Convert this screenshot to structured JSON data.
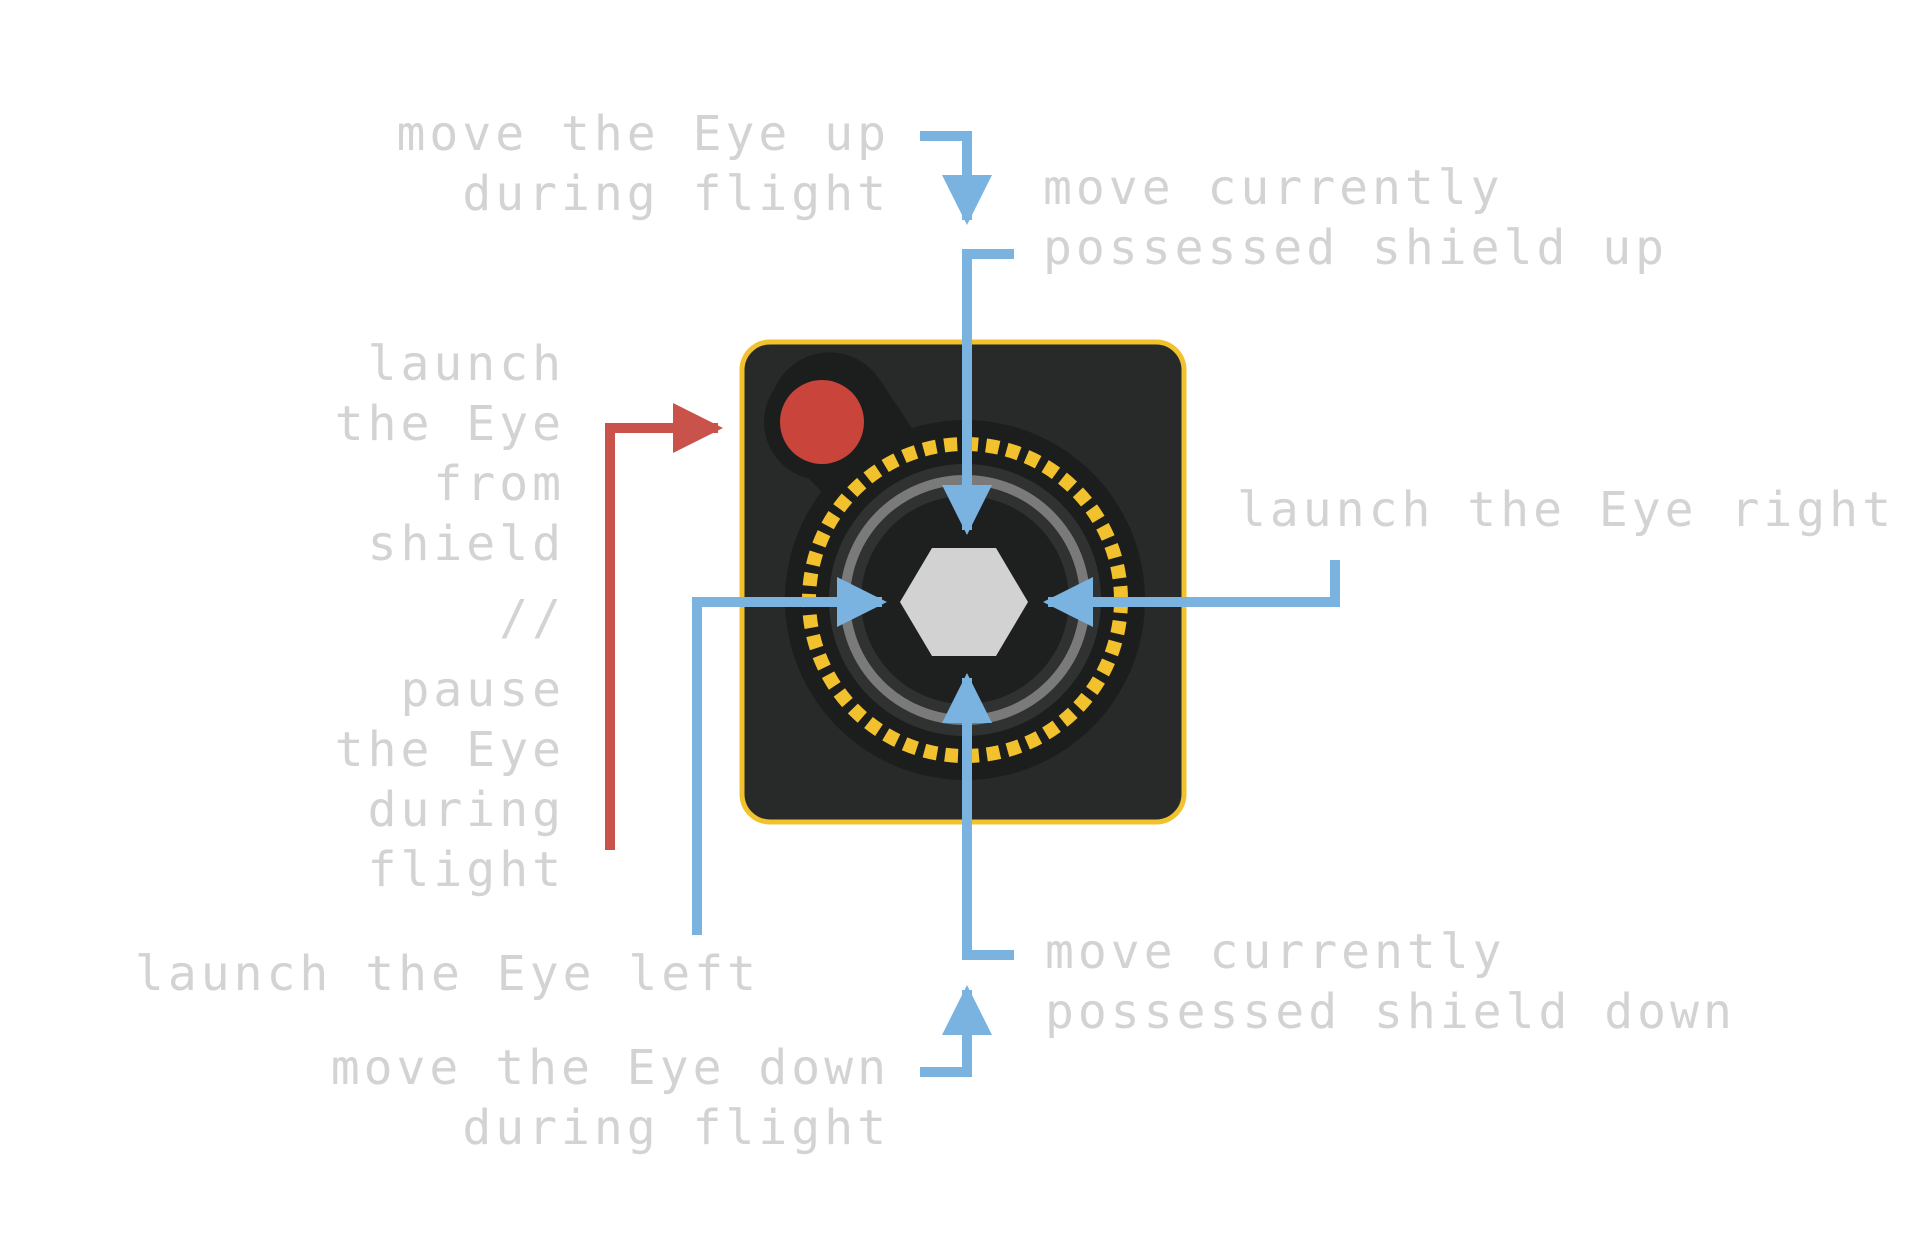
{
  "labels": {
    "up_eye_1": "move the Eye up",
    "up_eye_2": "during flight",
    "up_shield_1": "move currently",
    "up_shield_2": "possessed shield up",
    "launch_1": "launch",
    "launch_2": "the Eye",
    "launch_3": "from",
    "launch_4": "shield",
    "launch_sep": "//",
    "pause_1": "pause",
    "pause_2": "the Eye",
    "pause_3": "during",
    "pause_4": "flight",
    "right": "launch the Eye right",
    "left": "launch the Eye left",
    "down_shield_1": "move currently",
    "down_shield_2": "possessed shield down",
    "down_eye_1": "move the Eye down",
    "down_eye_2": "during flight"
  },
  "colors": {
    "label_text": "#d3d3d3",
    "blue_arrow": "#7ab3e0",
    "red_arrow": "#c9534a",
    "controller_body": "#282a2a",
    "controller_border": "#f2c12e",
    "button_red": "#c9443a",
    "dial_gold": "#f2c12e",
    "stick_hex": "#d2d2d2"
  }
}
